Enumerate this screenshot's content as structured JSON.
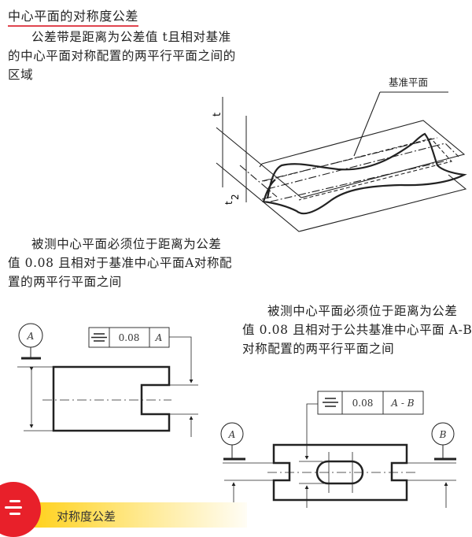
{
  "title": "中心平面的对称度公差",
  "intro": [
    "公差带是距离为公差值 t且相对基准",
    "的中心平面对称配置的两平行平面之间的",
    "区域"
  ],
  "figure3d": {
    "label": "基准平面",
    "dim_t": "t",
    "dim_half_num": "t",
    "dim_half_den": "2"
  },
  "example1": {
    "text": [
      "被测中心平面必须位于距离为公差",
      "值 0.08 且相对于基准中心平面A对称配",
      "置的两平行平面之间"
    ],
    "datum": "A",
    "tolerance": "0.08",
    "datum_ref": "A"
  },
  "example2": {
    "text": [
      "被测中心平面必须位于距离为公差",
      "值 0.08 且相对于公共基准中心平面 A-B",
      "对称配置的两平行平面之间"
    ],
    "datum_left": "A",
    "datum_right": "B",
    "tolerance": "0.08",
    "datum_ref": "A - B"
  },
  "banner": {
    "label": "对称度公差",
    "icon": "menu-icon",
    "color": "#e8202a",
    "accent": "#ffd21f"
  }
}
